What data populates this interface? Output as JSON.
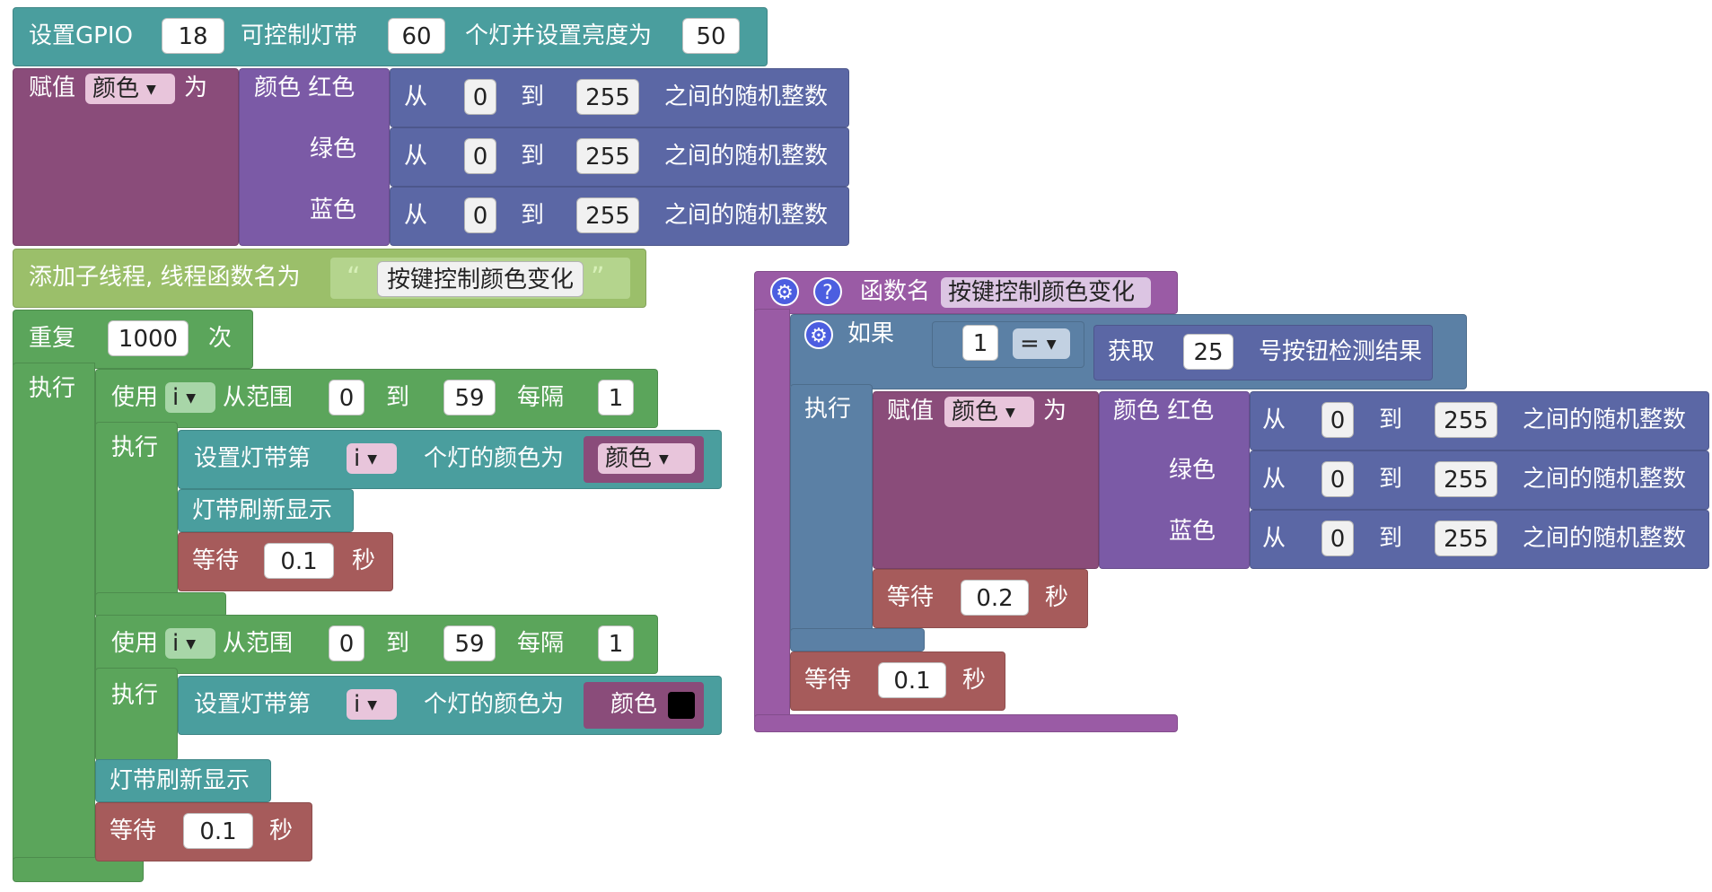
{
  "colors": {
    "teal": "#4a9e9e",
    "purple_set": "#8a4c7a",
    "purple_color": "#7b5aa6",
    "indigo": "#5b67a5",
    "green_loop": "#5ba55b",
    "olive": "#9bbf6a",
    "wait_red": "#a65b5b",
    "func_purple": "#9a5ba5",
    "if_blue": "#5b80a5"
  },
  "left": {
    "setup": {
      "label": "设置GPIO",
      "gpio": "18",
      "mid": "可控制灯带",
      "count": "60",
      "tail": "个灯并设置亮度为",
      "brightness": "50"
    },
    "assign": {
      "label": "赋值",
      "var": "颜色",
      "as": "为"
    },
    "color": {
      "label_red": "颜色 红色",
      "label_green": "绿色",
      "label_blue": "蓝色"
    },
    "random": {
      "from": "从",
      "to": "到",
      "min": "0",
      "max": "255",
      "tail": "之间的随机整数"
    },
    "thread": {
      "label": "添加子线程, 线程函数名为",
      "fn": "按键控制颜色变化"
    },
    "repeat": {
      "label": "重复",
      "count": "1000",
      "times": "次",
      "do": "执行"
    },
    "loop1": {
      "use": "使用",
      "var": "i",
      "range": "从范围",
      "from": "0",
      "to": "到",
      "end": "59",
      "step_label": "每隔",
      "step": "1",
      "do": "执行"
    },
    "setpix1": {
      "label": "设置灯带第",
      "var": "i",
      "tail": "个灯的颜色为",
      "color": "颜色"
    },
    "refresh": "灯带刷新显示",
    "wait1": {
      "label": "等待",
      "val": "0.1",
      "unit": "秒"
    },
    "loop2": {
      "use": "使用",
      "var": "i",
      "range": "从范围",
      "from": "0",
      "to": "到",
      "end": "59",
      "step_label": "每隔",
      "step": "1",
      "do": "执行"
    },
    "setpix2": {
      "label": "设置灯带第",
      "var": "i",
      "tail": "个灯的颜色为",
      "color": "颜色"
    },
    "refresh2": "灯带刷新显示",
    "wait2": {
      "label": "等待",
      "val": "0.1",
      "unit": "秒"
    }
  },
  "right": {
    "func": {
      "label": "函数名",
      "name": "按键控制颜色变化"
    },
    "if": {
      "label": "如果",
      "lhs": "1",
      "op": "=",
      "get": "获取",
      "btn": "25",
      "tail": "号按钮检测结果",
      "do": "执行"
    },
    "assign": {
      "label": "赋值",
      "var": "颜色",
      "as": "为"
    },
    "color": {
      "label_red": "颜色 红色",
      "label_green": "绿色",
      "label_blue": "蓝色"
    },
    "random": {
      "from": "从",
      "to": "到",
      "min": "0",
      "max": "255",
      "tail": "之间的随机整数"
    },
    "wait_inner": {
      "label": "等待",
      "val": "0.2",
      "unit": "秒"
    },
    "wait_outer": {
      "label": "等待",
      "val": "0.1",
      "unit": "秒"
    }
  }
}
